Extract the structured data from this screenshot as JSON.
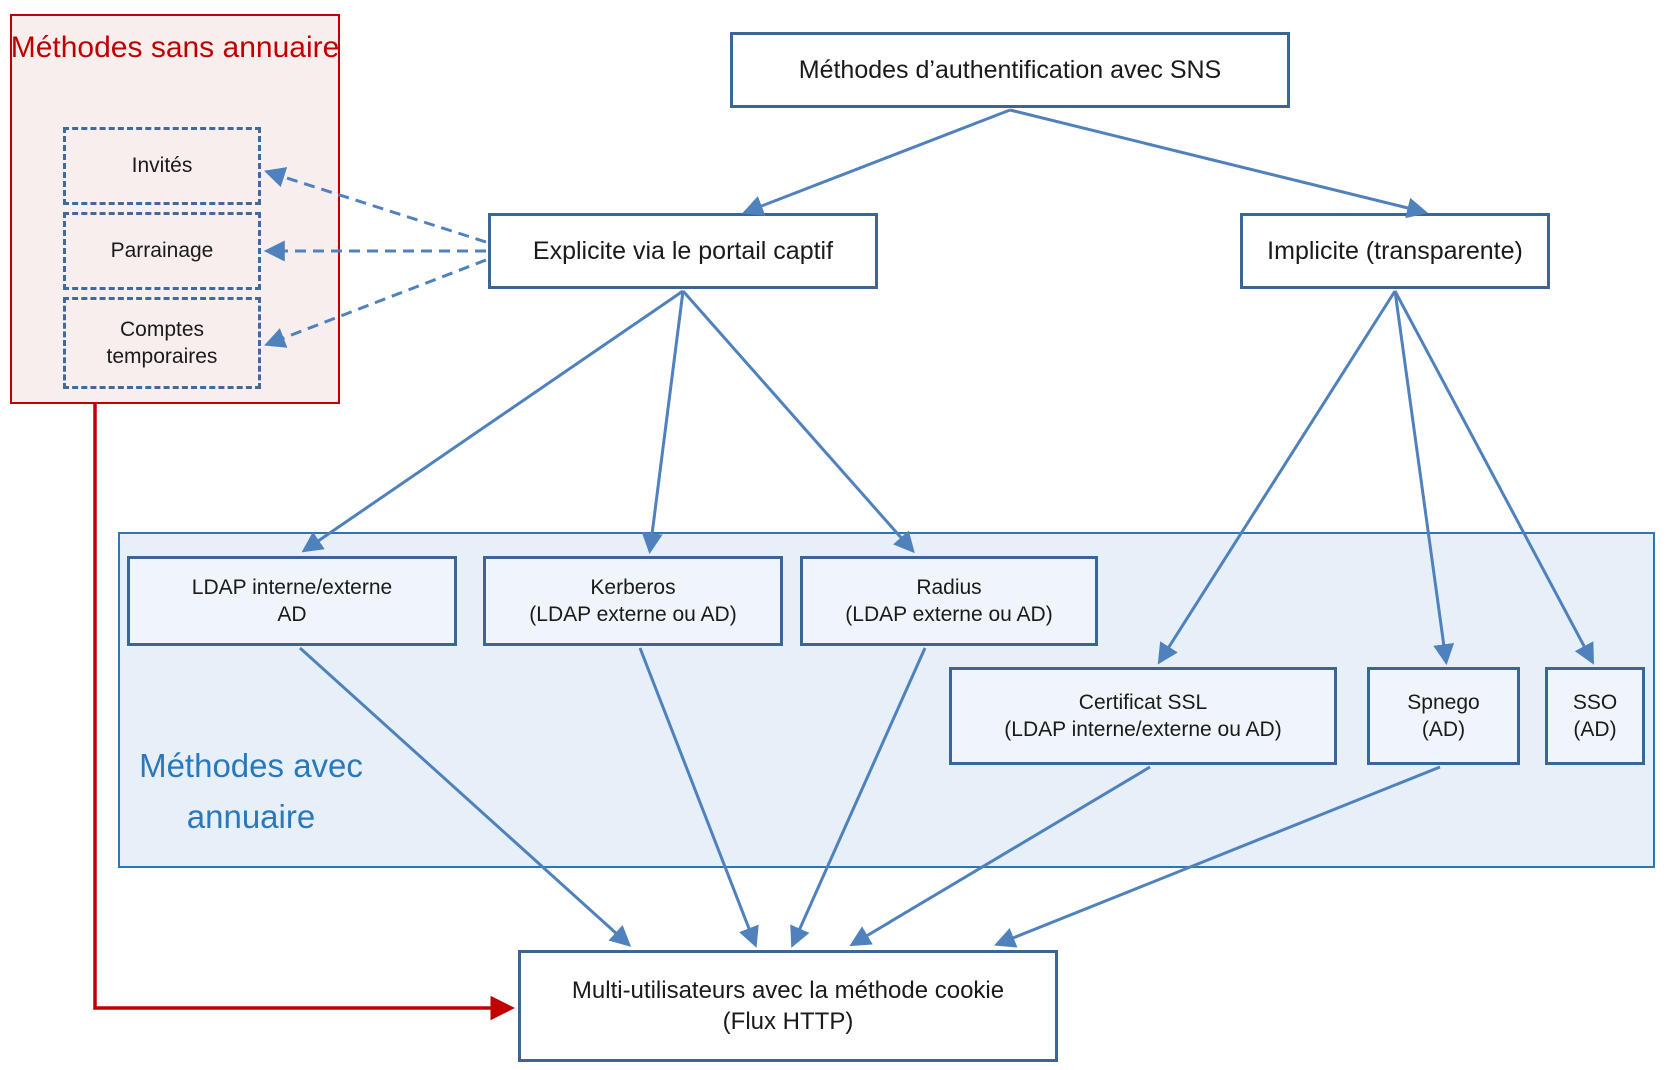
{
  "diagram_title": "Méthodes d’authentification avec SNS",
  "nodes": {
    "sns": {
      "label": "Méthodes d’authentification avec SNS"
    },
    "explicite": {
      "label": "Explicite via le portail captif"
    },
    "implicite": {
      "label": "Implicite (transparente)"
    },
    "sans_annuaire": {
      "line1": "Méthodes",
      "line2": "sans annuaire"
    },
    "invites": {
      "label": "Invités"
    },
    "parrainage": {
      "label": "Parrainage"
    },
    "comptes_temporaires": {
      "line1": "Comptes",
      "line2": "temporaires"
    },
    "ldap": {
      "line1": "LDAP interne/externe",
      "line2": "AD"
    },
    "kerberos": {
      "line1": "Kerberos",
      "line2": "(LDAP externe ou AD)"
    },
    "radius": {
      "line1": "Radius",
      "line2": "(LDAP externe ou AD)"
    },
    "certificat_ssl": {
      "line1": "Certificat SSL",
      "line2": "(LDAP interne/externe ou AD)"
    },
    "spnego": {
      "line1": "Spnego",
      "line2": "(AD)"
    },
    "sso": {
      "line1": "SSO",
      "line2": "(AD)"
    },
    "avec_annuaire": {
      "line1": "Méthodes",
      "line2": "avec annuaire"
    },
    "multi_utilisateurs": {
      "line1": "Multi-utilisateurs avec la méthode cookie",
      "line2": "(Flux HTTP)"
    }
  },
  "edges": [
    {
      "from": "sns",
      "to": "explicite",
      "style": "solid-blue"
    },
    {
      "from": "sns",
      "to": "implicite",
      "style": "solid-blue"
    },
    {
      "from": "explicite",
      "to": "invites",
      "style": "dashed-blue"
    },
    {
      "from": "explicite",
      "to": "parrainage",
      "style": "dashed-blue"
    },
    {
      "from": "explicite",
      "to": "comptes_temporaires",
      "style": "dashed-blue"
    },
    {
      "from": "explicite",
      "to": "ldap",
      "style": "solid-blue"
    },
    {
      "from": "explicite",
      "to": "kerberos",
      "style": "solid-blue"
    },
    {
      "from": "explicite",
      "to": "radius",
      "style": "solid-blue"
    },
    {
      "from": "implicite",
      "to": "certificat_ssl",
      "style": "solid-blue"
    },
    {
      "from": "implicite",
      "to": "spnego",
      "style": "solid-blue"
    },
    {
      "from": "implicite",
      "to": "sso",
      "style": "solid-blue"
    },
    {
      "from": "ldap",
      "to": "multi_utilisateurs",
      "style": "solid-blue"
    },
    {
      "from": "kerberos",
      "to": "multi_utilisateurs",
      "style": "solid-blue"
    },
    {
      "from": "radius",
      "to": "multi_utilisateurs",
      "style": "solid-blue"
    },
    {
      "from": "certificat_ssl",
      "to": "multi_utilisateurs",
      "style": "solid-blue"
    },
    {
      "from": "spnego",
      "to": "multi_utilisateurs",
      "style": "solid-blue"
    },
    {
      "from": "sans_annuaire",
      "to": "multi_utilisateurs",
      "style": "solid-red"
    }
  ],
  "colors": {
    "arrow_blue": "#4f81bd",
    "node_border_blue": "#3a6597",
    "dashed_border_blue": "#41699c",
    "container_fill_blue": "#e7f0f9",
    "container_border_blue": "#2e75b6",
    "inner_node_fill": "#eff5fb",
    "red": "#c00000",
    "red_container_fill": "#f9eeee",
    "label_blue": "#2878be",
    "text_black": "#1a1a1a"
  }
}
